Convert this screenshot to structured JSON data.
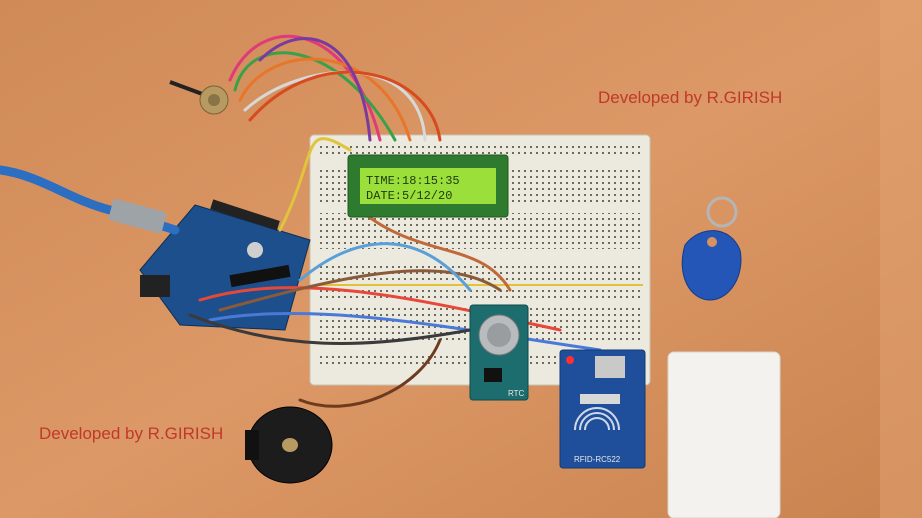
{
  "captions": {
    "top": "Developed by R.GIRISH",
    "bottom": "Developed by R.GIRISH",
    "color": "#c0392b"
  },
  "lcd": {
    "line1": "TIME:18:15:35",
    "line2": "DATE:5/12/20",
    "backlight_color": "#9be03a",
    "text_color": "#1f3a10"
  },
  "rtc_module": {
    "label": "RTC"
  },
  "rfid_module": {
    "label": "RFID-RC522"
  },
  "colors": {
    "desk": "#d9925f",
    "breadboard": "#ece9df",
    "arduino": "#1d4f8c",
    "rtc_pcb": "#1d6d6e",
    "rfid_pcb": "#1f4f9a",
    "keyfob": "#2456b8",
    "card": "#f4f2ee",
    "buzzer": "#1c1c1c"
  }
}
